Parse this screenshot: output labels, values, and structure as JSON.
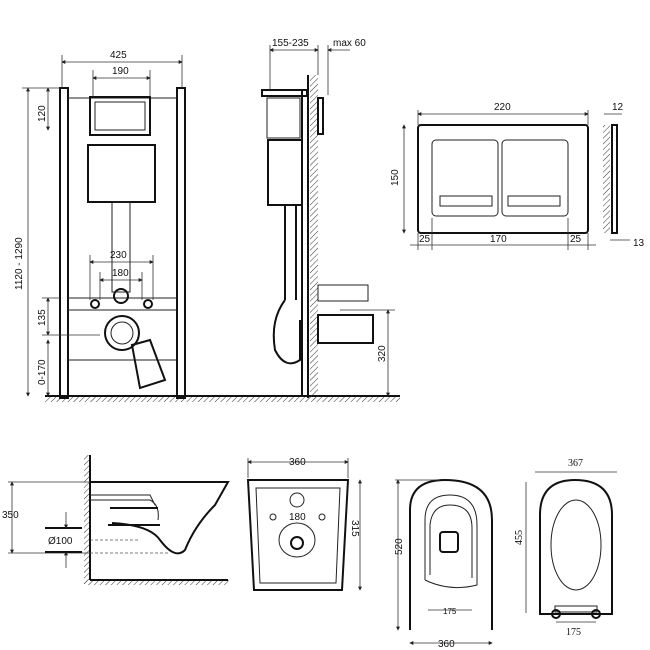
{
  "frame_front": {
    "width": "425",
    "plate_width": "190",
    "plate_height": "120",
    "height": "1120 - 1290",
    "bolt_outer": "230",
    "bolt_inner": "180",
    "outlet_height": "135",
    "leg_adjust": "0-170"
  },
  "frame_side": {
    "depth": "155-235",
    "max_wall": "max 60",
    "outlet_floor": "320"
  },
  "flush_plate": {
    "width": "220",
    "height": "150",
    "margin_left": "25",
    "button_span": "170",
    "margin_right": "25",
    "thickness": "12",
    "side_offset": "13"
  },
  "toilet_side": {
    "height": "350",
    "outlet_diameter": "Ø100"
  },
  "toilet_back": {
    "width": "360",
    "bolt_spacing": "180",
    "depth": "315"
  },
  "toilet_top": {
    "length": "520",
    "hinge_spacing": "175",
    "width": "360"
  },
  "seat": {
    "width": "367",
    "length": "455",
    "hinge_spacing": "175"
  }
}
